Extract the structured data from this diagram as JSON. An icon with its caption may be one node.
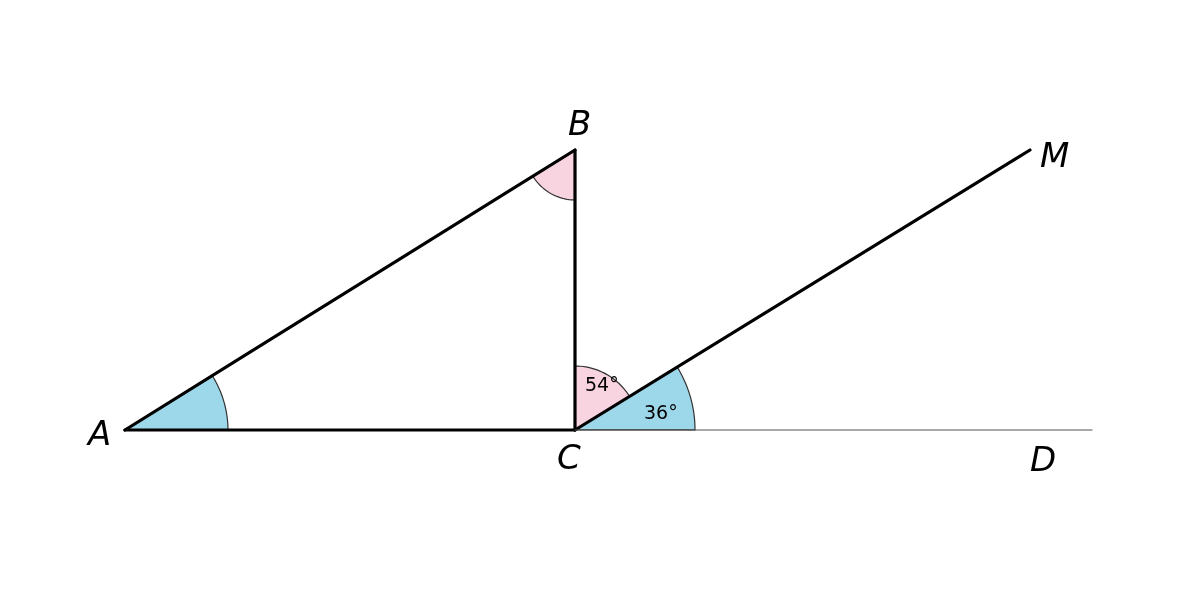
{
  "diagram": {
    "nodes": [
      {
        "text": [
          "A"
        ]
      },
      {
        "text": [
          "B"
        ]
      },
      {
        "text": [
          "C"
        ]
      },
      {
        "text": [
          "D"
        ]
      },
      {
        "text": [
          "M"
        ]
      },
      {
        "text": [],
        "shape": "sector"
      },
      {
        "text": [],
        "shape": "sector"
      },
      {
        "text": [
          "54°"
        ]
      },
      {
        "text": [
          "36°"
        ]
      }
    ],
    "edges": [
      {
        "from": 0,
        "to": 1,
        "arrow": "none"
      },
      {
        "from": 1,
        "to": 2,
        "arrow": "none"
      },
      {
        "from": 0,
        "to": 2,
        "arrow": "none"
      },
      {
        "from": 2,
        "to": 4,
        "arrow": "none"
      },
      {
        "from": 2,
        "to": 3,
        "arrow": "none",
        "color": "#555555"
      }
    ]
  }
}
